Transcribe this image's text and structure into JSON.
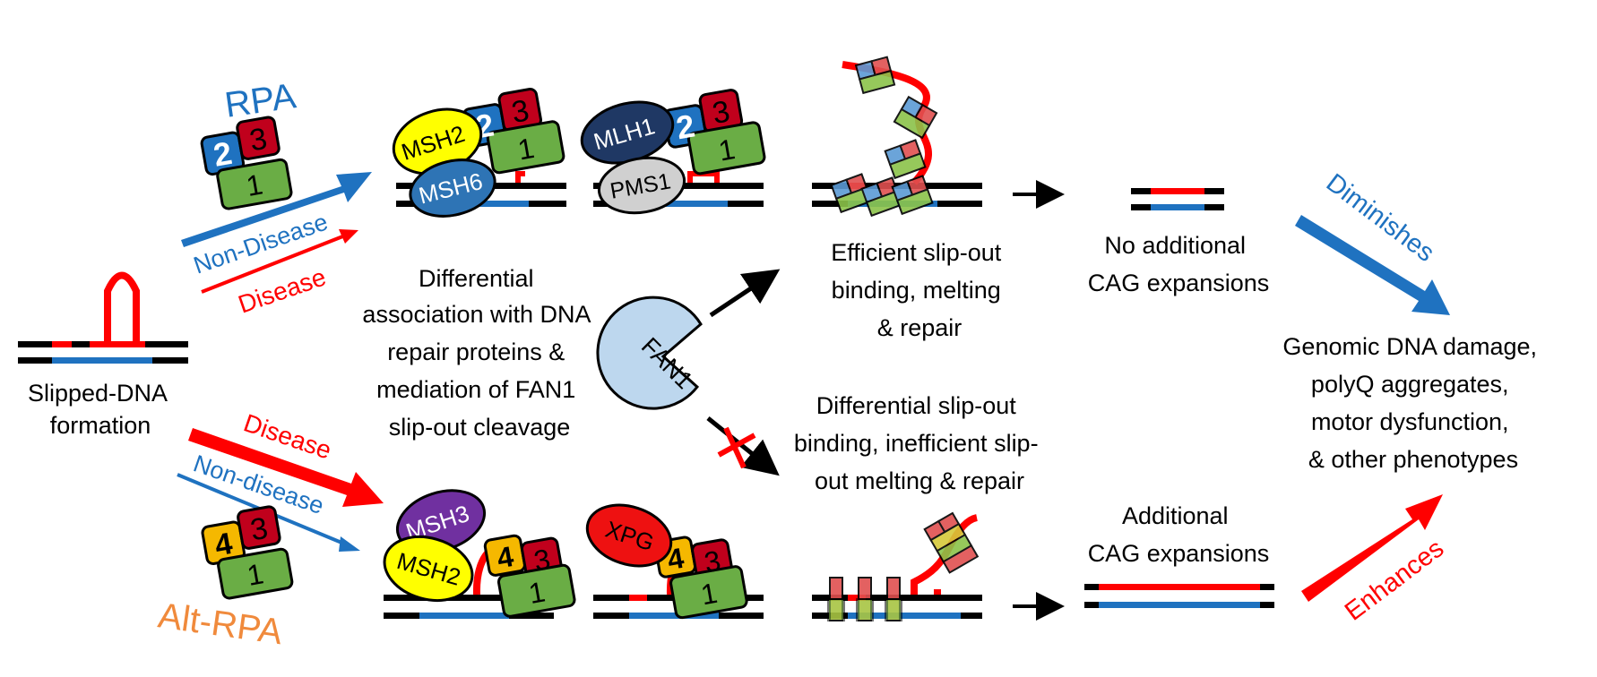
{
  "labels": {
    "rpa": "RPA",
    "alt_rpa": "Alt-RPA",
    "non_disease_top": "Non-Disease",
    "disease_top": "Disease",
    "disease_bottom": "Disease",
    "non_disease_bottom": "Non-disease",
    "diminishes": "Diminishes",
    "enhances": "Enhances",
    "fan1": "FAN1"
  },
  "proteins": {
    "rpa_sub2": "2",
    "rpa_sub3": "3",
    "rpa_sub1": "1",
    "alt_sub4": "4",
    "alt_sub3": "3",
    "alt_sub1": "1",
    "msh2": "MSH2",
    "msh6": "MSH6",
    "mlh1": "MLH1",
    "pms1": "PMS1",
    "msh3": "MSH3",
    "xpg": "XPG"
  },
  "text_blocks": {
    "slipped_dna": [
      "Slipped-DNA",
      "formation"
    ],
    "differential_association": [
      "Differential",
      "association with DNA",
      "repair proteins &",
      "mediation of FAN1",
      "slip-out cleavage"
    ],
    "efficient": [
      "Efficient slip-out",
      "binding, melting",
      "& repair"
    ],
    "differential_slipout": [
      "Differential slip-out",
      "binding, inefficient slip-",
      "out melting & repair"
    ],
    "no_additional": [
      "No additional",
      "CAG expansions"
    ],
    "additional": [
      "Additional",
      "CAG expansions"
    ],
    "phenotypes": [
      "Genomic DNA damage,",
      "polyQ aggregates,",
      "motor dysfunction,",
      "& other phenotypes"
    ]
  },
  "colors": {
    "blue": "#1f72c0",
    "red": "#ff0000",
    "orange": "#f08a3c",
    "green": "#6aad45",
    "dark_red": "#c0001c",
    "rpa2_blue": "#1f72c0",
    "alt4_yellow": "#f5b800",
    "msh2_yellow": "#ffff00",
    "msh6_blue": "#2e74b5",
    "mlh1_navy": "#1f3864",
    "pms1_grey": "#d0d0d0",
    "msh3_purple": "#7030a0",
    "xpg_red": "#ee1111",
    "fan1_blue": "#bdd7ee"
  }
}
